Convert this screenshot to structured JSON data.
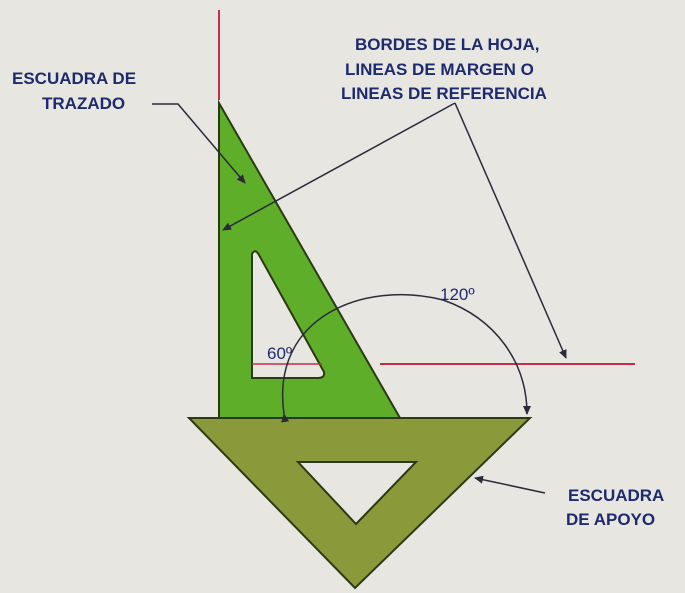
{
  "labels": {
    "drawing_square_line1": "ESCUADRA DE",
    "drawing_square_line2": "TRAZADO",
    "borders_line1": "BORDES DE LA HOJA,",
    "borders_line2": "LINEAS DE MARGEN O",
    "borders_line3": "LINEAS DE REFERENCIA",
    "angle_120": "120º",
    "angle_60": "60º",
    "support_square_line1": "ESCUADRA",
    "support_square_line2": "DE APOYO"
  },
  "colors": {
    "reference_line": "#c0304a",
    "drawing_square_fill": "#5fae2a",
    "support_square_fill": "#8a9a3a",
    "outline": "#2a3a12",
    "pointer_line": "#2a2a3a",
    "label_text": "#1e2a6e"
  }
}
